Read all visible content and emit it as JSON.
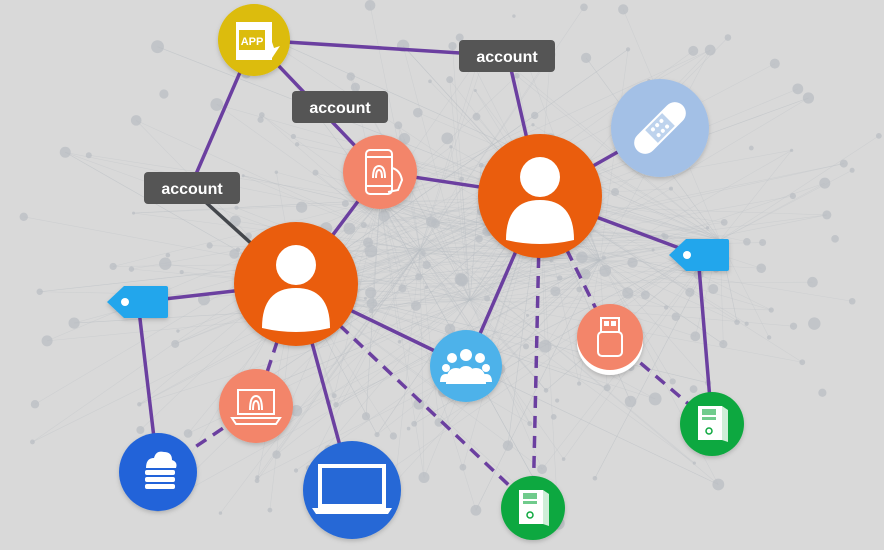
{
  "colors": {
    "background": "#d9d9d9",
    "background_mesh": "#b9bec3",
    "edge": "#6b3fa0",
    "edge_dark": "#44474c",
    "user": "#ea5d0a",
    "device_salmon": "#f3856a",
    "group_blue": "#4eb2ea",
    "workstation_green": "#11a83f",
    "cloud_blue": "#2063d9",
    "laptop_blue": "#2568d6",
    "patch_blue": "#a3c0e6",
    "app_yellow": "#dcbc07",
    "tag_blue": "#22a6ec",
    "label_grey": "#555555"
  },
  "nodes": [
    {
      "name": "app-node",
      "icon": "app-icon",
      "badge_text": "APP"
    },
    {
      "name": "user-node-right",
      "icon": "user-icon"
    },
    {
      "name": "user-node-left",
      "icon": "user-icon"
    },
    {
      "name": "mobile-fingerprint-node",
      "icon": "mobile-fingerprint-icon"
    },
    {
      "name": "patch-node",
      "icon": "bandage-icon"
    },
    {
      "name": "tag-node-left",
      "icon": "tag-icon"
    },
    {
      "name": "tag-node-right",
      "icon": "tag-icon"
    },
    {
      "name": "usb-node",
      "icon": "usb-icon"
    },
    {
      "name": "user-group-node",
      "icon": "user-group-icon"
    },
    {
      "name": "laptop-fingerprint-node",
      "icon": "laptop-fingerprint-icon"
    },
    {
      "name": "cloud-storage-node",
      "icon": "cloud-database-icon"
    },
    {
      "name": "laptop-node",
      "icon": "laptop-icon"
    },
    {
      "name": "workstation-node-center",
      "icon": "desktop-tower-icon"
    },
    {
      "name": "workstation-node-right",
      "icon": "desktop-tower-icon"
    }
  ],
  "edge_labels": [
    {
      "id": "label-1",
      "text": "account"
    },
    {
      "id": "label-2",
      "text": "account"
    },
    {
      "id": "label-3",
      "text": "account"
    }
  ]
}
